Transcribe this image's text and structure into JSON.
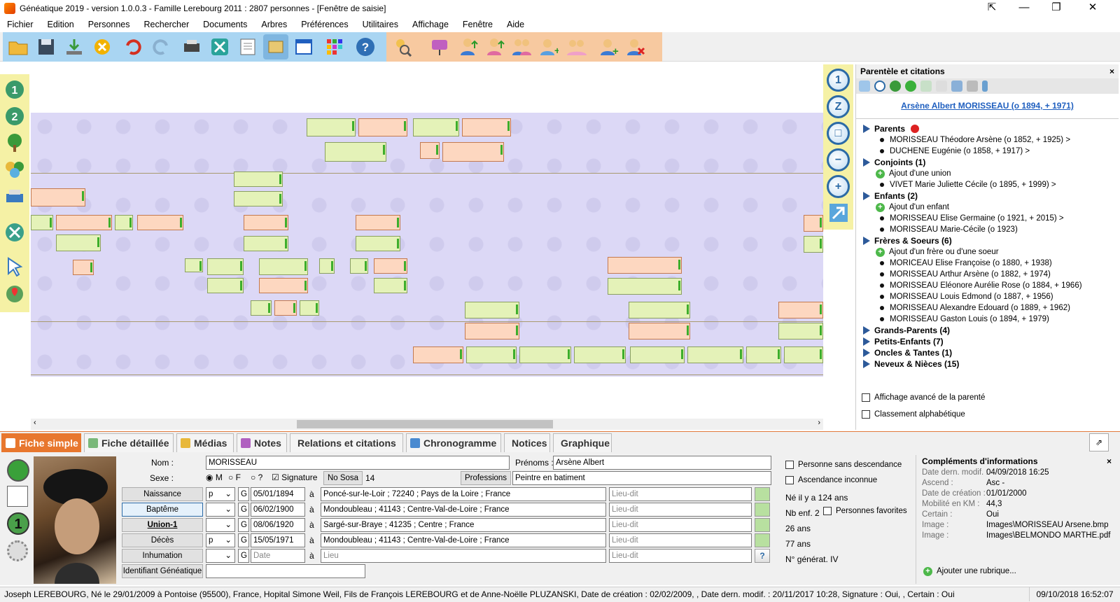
{
  "window": {
    "title": "Généatique 2019 - version 1.0.0.3 - Famille Lerebourg 2011 : 2807 personnes - [Fenêtre de saisie]",
    "restore_glyph": "⇱",
    "min_glyph": "—",
    "max_glyph": "❐",
    "close_glyph": "✕"
  },
  "menu": [
    "Fichier",
    "Edition",
    "Personnes",
    "Rechercher",
    "Documents",
    "Arbres",
    "Préférences",
    "Utilitaires",
    "Affichage",
    "Fenêtre",
    "Aide"
  ],
  "toolbar": {
    "icons": [
      "open-folder-icon",
      "save-icon",
      "download-icon",
      "cancel-icon",
      "undo-icon",
      "redo-icon",
      "printer-icon",
      "tools-icon",
      "document-icon",
      "binder-icon",
      "window-icon",
      "grid-icon",
      "help-icon",
      "search-person-icon",
      "comment-icon",
      "father-icon",
      "mother-icon",
      "couple-icon",
      "add-child-icon",
      "add-sibling-icon",
      "add-person-icon",
      "delete-person-icon"
    ]
  },
  "panel": {
    "title": "Parentèle et citations",
    "close": "×",
    "person": "Arsène Albert MORISSEAU (o  1894, +  1971)",
    "sections": [
      {
        "label": "Parents",
        "items": [
          "MORISSEAU Théodore Arsène (o  1852, +  1925)   >",
          "DUCHENE Eugénie (o  1858, +  1917)   >"
        ]
      },
      {
        "label": "Conjoints (1)",
        "add": "Ajout d'une union",
        "items": [
          "VIVET Marie Juliette Cécile (o  1895, +  1999)   >"
        ]
      },
      {
        "label": "Enfants (2)",
        "add": "Ajout d'un enfant",
        "items": [
          "MORISSEAU Elise Germaine (o  1921, +  2015)   >",
          "MORISSEAU Marie-Cécile (o  1923)"
        ]
      },
      {
        "label": "Frères & Soeurs (6)",
        "add": "Ajout d'un frère ou d'une soeur",
        "items": [
          "MORICEAU Elise Françoise (o  1880, +  1938)",
          "MORISSEAU Arthur Arsène (o  1882, +  1974)",
          "MORISSEAU Eléonore Aurélie Rose (o  1884, +  1966)",
          "MORISSEAU Louis Edmond (o  1887, +  1956)",
          "MORISSEAU Alexandre Edouard (o  1889, +  1962)",
          "MORISSEAU Gaston Louis (o  1894, +  1979)"
        ]
      },
      {
        "label": "Grands-Parents (4)",
        "items": []
      },
      {
        "label": "Petits-Enfants (7)",
        "items": []
      },
      {
        "label": "Oncles & Tantes (1)",
        "items": []
      },
      {
        "label": "Neveux & Nièces (15)",
        "items": []
      }
    ],
    "opt1": "Affichage avancé de la parenté",
    "opt2": "Classement alphabétique"
  },
  "tabs": [
    "Fiche simple",
    "Fiche détaillée",
    "Médias",
    "Notes",
    "Relations et citations",
    "Chronogramme",
    "Notices",
    "Graphique"
  ],
  "form": {
    "nom_label": "Nom :",
    "nom": "MORISSEAU",
    "prenoms_label": "Prénoms :",
    "prenoms": "Arsène Albert",
    "sexe_label": "Sexe :",
    "m": "M",
    "f": "F",
    "q": "?",
    "signature": "Signature",
    "nososa_btn": "No Sosa",
    "nososa": "14",
    "professions_btn": "Professions",
    "profession": "Peintre en batiment",
    "events": [
      {
        "label": "Naissance",
        "q": "p",
        "g": "G",
        "date": "05/01/1894",
        "a": "à",
        "lieu": "Poncé-sur-le-Loir ; 72240 ; Pays de la Loire ; France",
        "lieudit": "Lieu-dit"
      },
      {
        "label": "Baptême",
        "q": "",
        "g": "G",
        "date": "06/02/1900",
        "a": "à",
        "lieu": "Mondoubleau ; 41143 ; Centre-Val-de-Loire ; France",
        "lieudit": "Lieu-dit"
      },
      {
        "label": "Union-1",
        "q": "",
        "g": "G",
        "date": "08/06/1920",
        "a": "à",
        "lieu": "Sargé-sur-Braye ; 41235 ; Centre ; France",
        "lieudit": "Lieu-dit"
      },
      {
        "label": "Décès",
        "q": "p",
        "g": "G",
        "date": "15/05/1971",
        "a": "à",
        "lieu": "Mondoubleau ; 41143 ; Centre-Val-de-Loire ; France",
        "lieudit": "Lieu-dit"
      },
      {
        "label": "Inhumation",
        "q": "",
        "g": "G",
        "date": "Date",
        "a": "à",
        "lieu": "Lieu",
        "lieudit": "Lieu-dit"
      }
    ],
    "identifiant": "Identifiant Généatique",
    "sans_desc": "Personne sans descendance",
    "asc_inconnue": "Ascendance inconnue",
    "age_info": "Né il y a 124 ans",
    "nb_enf": "Nb enf. 2",
    "favorites": "Personnes favorites",
    "age_union": "26 ans",
    "age_deces": "77 ans",
    "generation": "N° générat. IV"
  },
  "complements": {
    "title": "Compléments d'informations",
    "close": "×",
    "rows": [
      {
        "k": "Date dern. modif. :",
        "v": "04/09/2018 16:25"
      },
      {
        "k": "Ascend :",
        "v": "Asc -"
      },
      {
        "k": "Date de création :",
        "v": "01/01/2000"
      },
      {
        "k": "Mobilité en KM :",
        "v": "44,3"
      },
      {
        "k": "Certain :",
        "v": "Oui"
      },
      {
        "k": "Image :",
        "v": "Images\\MORISSEAU Arsene.bmp"
      },
      {
        "k": "Image :",
        "v": "Images\\BELMONDO MARTHE.pdf"
      }
    ],
    "add": "Ajouter une rubrique..."
  },
  "status": {
    "text": "Joseph LEREBOURG, Né le 29/01/2009 à Pontoise (95500), France, Hopital Simone Weil, Fils de François LEREBOURG et de Anne-Noëlle PLUZANSKI, Date de création : 02/02/2009, , Date dern. modif. : 20/11/2017 10:28, Signature : Oui, , Certain : Oui",
    "datetime": "09/10/2018 16:52:07"
  }
}
